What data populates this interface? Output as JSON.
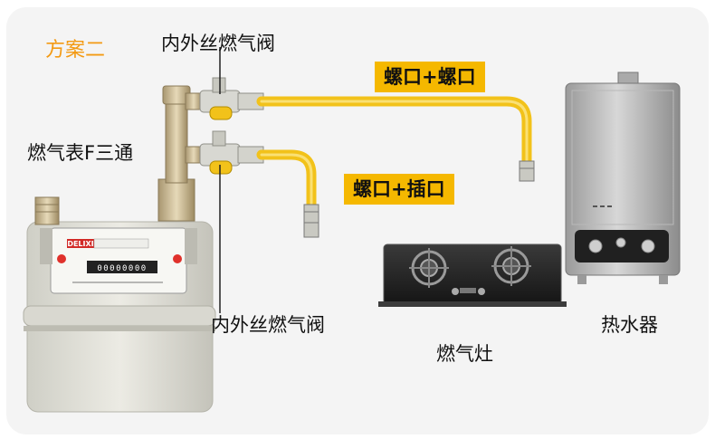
{
  "diagram": {
    "scheme_title": "方案二",
    "labels": {
      "valve_top": "内外丝燃气阀",
      "tee": "燃气表F三通",
      "valve_bottom": "内外丝燃气阀",
      "stove": "燃气灶",
      "heater": "热水器"
    },
    "connection_tags": {
      "to_heater": "螺口+螺口",
      "to_stove": "螺口+插口"
    },
    "meter": {
      "brand": "DELIXI",
      "digits": [
        "0",
        "0",
        "0",
        "0",
        "0",
        "0",
        "0",
        "0"
      ]
    }
  },
  "colors": {
    "hose": "#f2c21a",
    "tag_bg": "#f5b800",
    "scheme_text": "#f39a14",
    "valve_handle": "#f2c21a",
    "brass": "#c9b48a"
  }
}
